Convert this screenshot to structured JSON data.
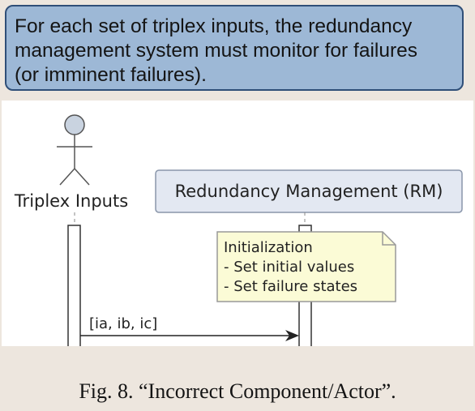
{
  "callout": {
    "lines": [
      "For each set of triplex inputs, the redundancy",
      "management system must monitor for failures",
      "(or imminent failures)."
    ]
  },
  "diagram": {
    "actor": {
      "label": "Triplex Inputs"
    },
    "participant": {
      "label": "Redundancy Management (RM)"
    },
    "note": {
      "lines": [
        "Initialization",
        "- Set initial values",
        "- Set failure states"
      ]
    },
    "message": {
      "label": "[ia, ib, ic]"
    }
  },
  "caption": {
    "text": "Fig. 8.  “Incorrect Component/Actor”."
  }
}
